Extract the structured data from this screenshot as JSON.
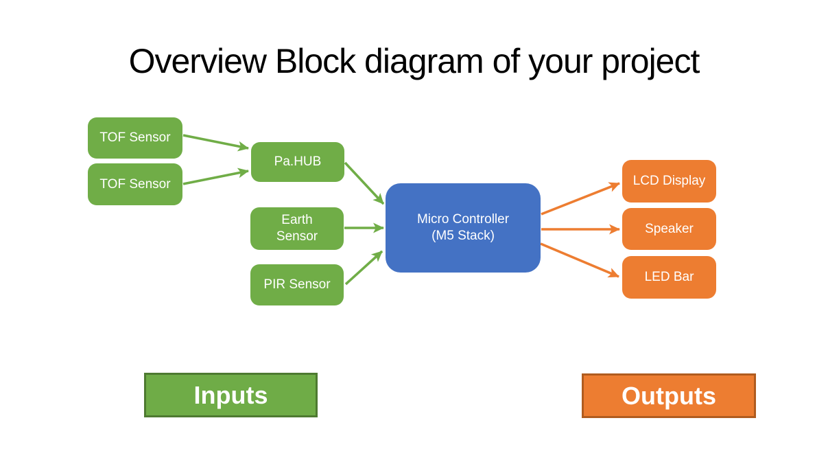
{
  "title": "Overview Block diagram of your project",
  "colors": {
    "input_green": "#70AD47",
    "input_border_green": "#4E7A31",
    "controller_blue": "#4472C4",
    "output_orange": "#ED7D31",
    "output_border_orange": "#B05C1F",
    "title_black": "#000000",
    "node_text": "#FFFFFF"
  },
  "nodes": {
    "tof_sensor_1": {
      "label": "TOF Sensor",
      "type": "input"
    },
    "tof_sensor_2": {
      "label": "TOF Sensor",
      "type": "input"
    },
    "pa_hub": {
      "label": "Pa.HUB",
      "type": "input"
    },
    "earth_sensor": {
      "label": "Earth Sensor",
      "type": "input"
    },
    "pir_sensor": {
      "label": "PIR Sensor",
      "type": "input"
    },
    "micro_controller": {
      "label": "Micro Controller",
      "sublabel": "(M5 Stack)",
      "type": "controller"
    },
    "lcd_display": {
      "label": "LCD Display",
      "type": "output"
    },
    "speaker": {
      "label": "Speaker",
      "type": "output"
    },
    "led_bar": {
      "label": "LED Bar",
      "type": "output"
    }
  },
  "connections": [
    {
      "from": "tof_sensor_1",
      "to": "pa_hub",
      "color": "green"
    },
    {
      "from": "tof_sensor_2",
      "to": "pa_hub",
      "color": "green"
    },
    {
      "from": "pa_hub",
      "to": "micro_controller",
      "color": "green"
    },
    {
      "from": "earth_sensor",
      "to": "micro_controller",
      "color": "green"
    },
    {
      "from": "pir_sensor",
      "to": "micro_controller",
      "color": "green"
    },
    {
      "from": "micro_controller",
      "to": "lcd_display",
      "color": "orange"
    },
    {
      "from": "micro_controller",
      "to": "speaker",
      "color": "orange"
    },
    {
      "from": "micro_controller",
      "to": "led_bar",
      "color": "orange"
    }
  ],
  "legend": {
    "inputs_label": "Inputs",
    "outputs_label": "Outputs"
  }
}
